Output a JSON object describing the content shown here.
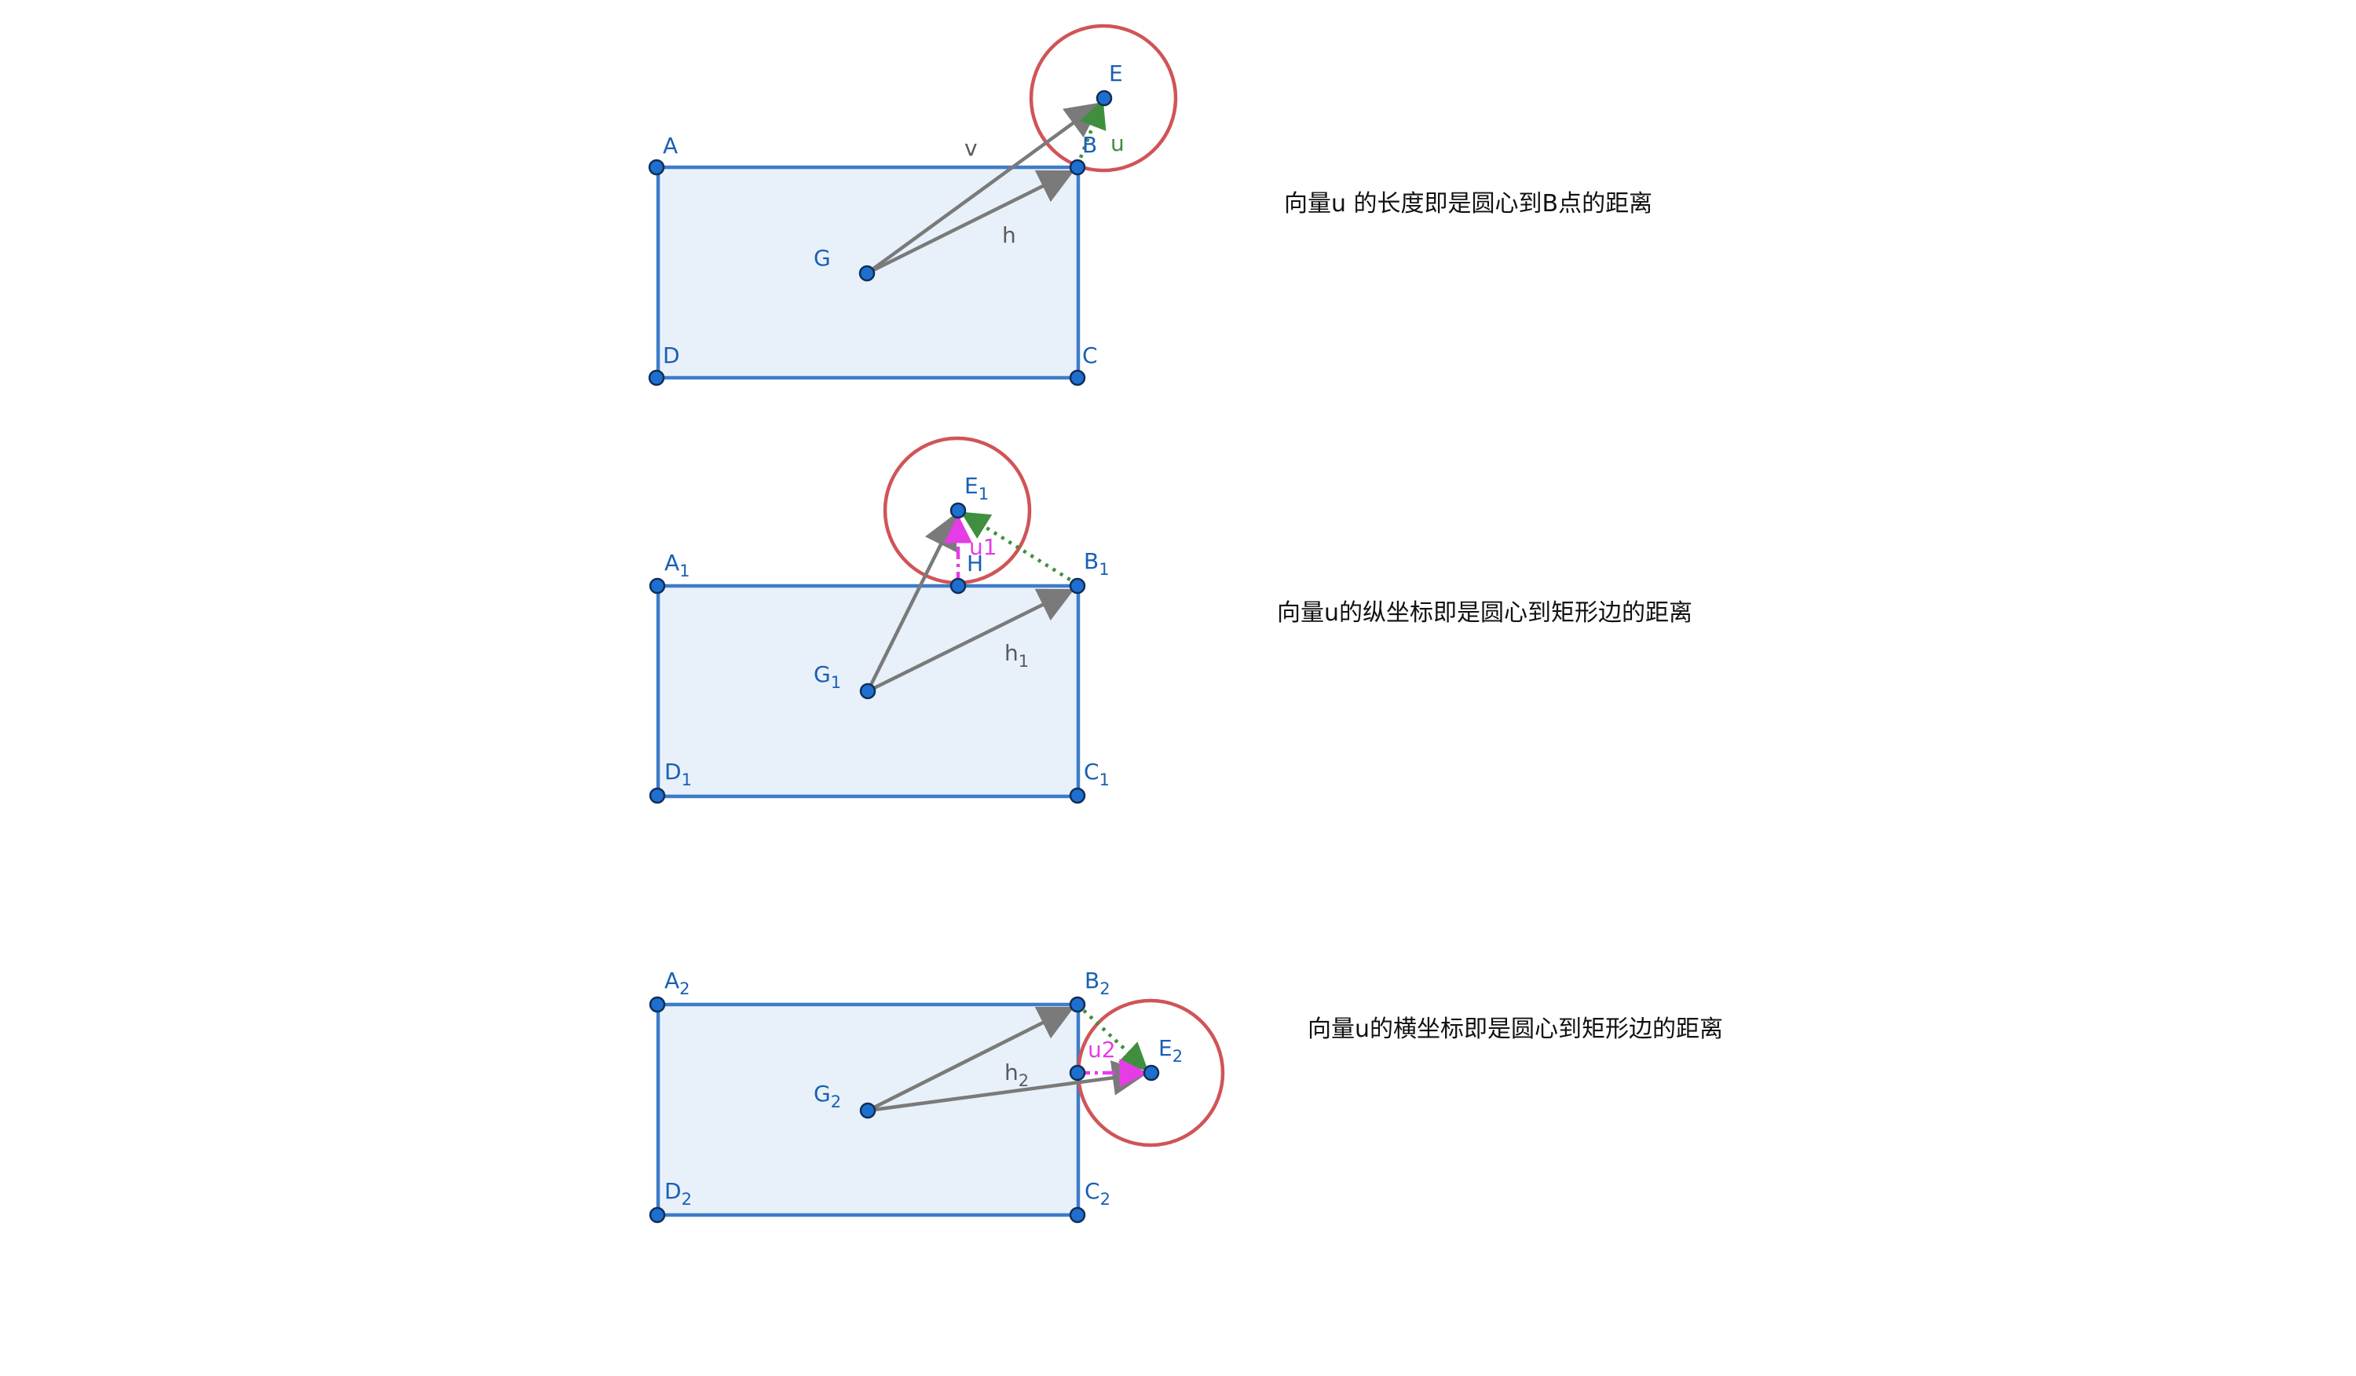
{
  "colors": {
    "rectangle_stroke": "#3d7cc9",
    "rectangle_fill": "#e8f0f9",
    "circle": "#d05457",
    "vector_gray": "#7a7a7a",
    "vector_green": "#3f8f3f",
    "vector_magenta": "#e53ce6",
    "point": "#1f6fd0",
    "label_blue": "#1a5fb4"
  },
  "panels": [
    {
      "labels": {
        "A": "A",
        "B": "B",
        "C": "C",
        "D": "D",
        "G": "G",
        "E": "E",
        "v": "v",
        "h": "h",
        "u": "u"
      },
      "note": "向量u 的长度即是圆心到B点的距离"
    },
    {
      "labels": {
        "A": "A",
        "A_sub": "1",
        "B": "B",
        "B_sub": "1",
        "C": "C",
        "C_sub": "1",
        "D": "D",
        "D_sub": "1",
        "G": "G",
        "G_sub": "1",
        "E": "E",
        "E_sub": "1",
        "H": "H",
        "h": "h",
        "h_sub": "1",
        "u1": "u1"
      },
      "note": "向量u的纵坐标即是圆心到矩形边的距离"
    },
    {
      "labels": {
        "A": "A",
        "A_sub": "2",
        "B": "B",
        "B_sub": "2",
        "C": "C",
        "C_sub": "2",
        "D": "D",
        "D_sub": "2",
        "G": "G",
        "G_sub": "2",
        "E": "E",
        "E_sub": "2",
        "h": "h",
        "h_sub": "2",
        "u2": "u2"
      },
      "note": "向量u的横坐标即是圆心到矩形边的距离"
    }
  ]
}
